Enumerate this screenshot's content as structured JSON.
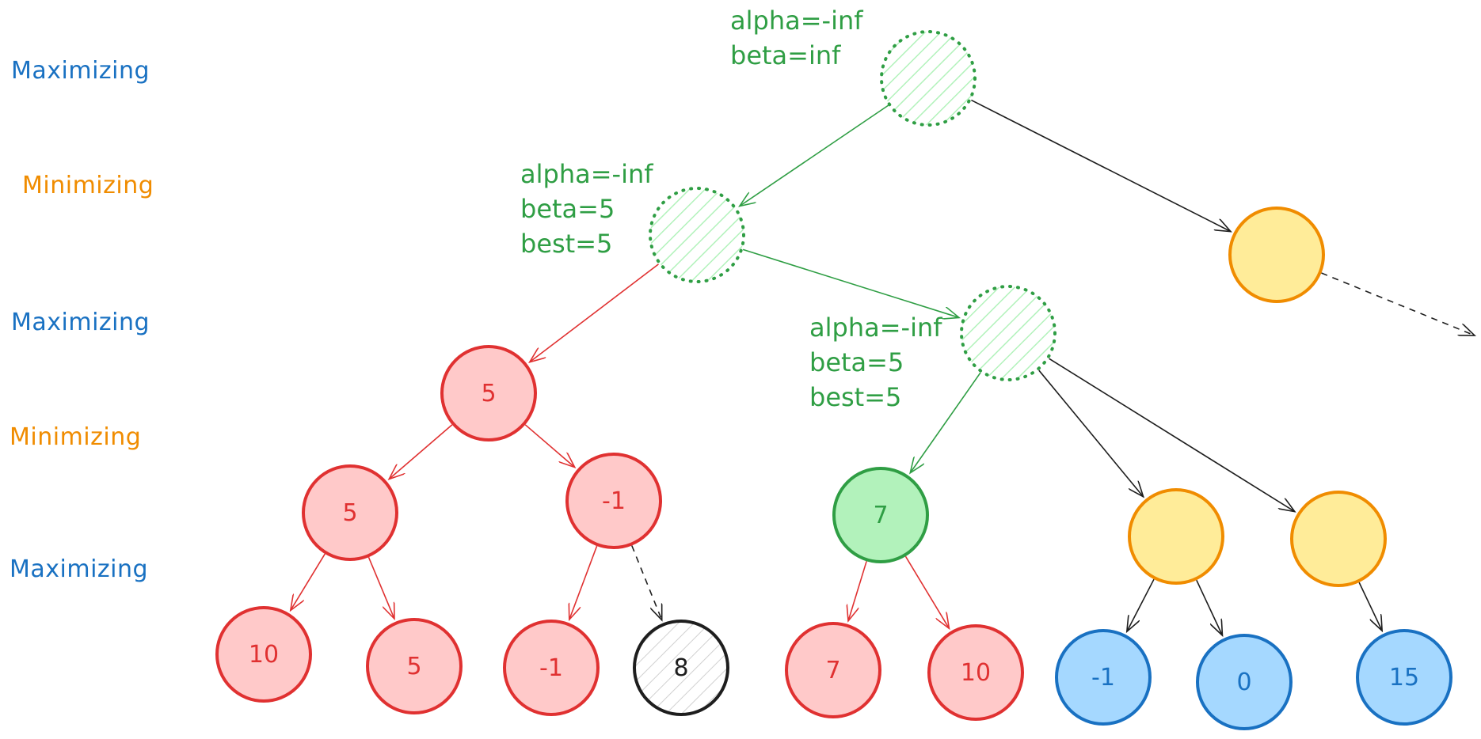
{
  "levels": [
    {
      "label": "Maximizing",
      "kind": "max"
    },
    {
      "label": "Minimizing",
      "kind": "min"
    },
    {
      "label": "Maximizing",
      "kind": "max"
    },
    {
      "label": "Minimizing",
      "kind": "min"
    },
    {
      "label": "Maximizing",
      "kind": "max"
    }
  ],
  "annotations": {
    "root": [
      "alpha=-inf",
      "beta=inf"
    ],
    "left_min": [
      "alpha=-inf",
      "beta=5",
      "best=5"
    ],
    "mid_max": [
      "alpha=-inf",
      "beta=5",
      "best=5"
    ]
  },
  "colors": {
    "red_fill": "#ffc9c9",
    "red_stroke": "#e03131",
    "green_fill": "#b2f2bb",
    "green_stroke": "#2f9e44",
    "yellow_fill": "#ffec99",
    "yellow_stroke": "#f08c00",
    "blue_fill": "#a5d8ff",
    "blue_stroke": "#1971c2",
    "black_stroke": "#1e1e1e",
    "max_label": "#1971c2",
    "min_label": "#f08c00"
  },
  "nodes": [
    {
      "id": "root",
      "label": "",
      "style": "green-hatched"
    },
    {
      "id": "L",
      "label": "",
      "style": "green-hatched"
    },
    {
      "id": "R",
      "label": "",
      "style": "yellow"
    },
    {
      "id": "LA",
      "label": "5",
      "style": "red"
    },
    {
      "id": "LB",
      "label": "",
      "style": "green-hatched"
    },
    {
      "id": "LA1",
      "label": "5",
      "style": "red"
    },
    {
      "id": "LA2",
      "label": "-1",
      "style": "red"
    },
    {
      "id": "LB1",
      "label": "7",
      "style": "green"
    },
    {
      "id": "LB2",
      "label": "",
      "style": "yellow"
    },
    {
      "id": "LB3",
      "label": "",
      "style": "yellow"
    },
    {
      "id": "a",
      "label": "10",
      "style": "red"
    },
    {
      "id": "b",
      "label": "5",
      "style": "red"
    },
    {
      "id": "c",
      "label": "-1",
      "style": "red"
    },
    {
      "id": "d",
      "label": "8",
      "style": "black-hatched"
    },
    {
      "id": "e",
      "label": "7",
      "style": "red"
    },
    {
      "id": "f",
      "label": "10",
      "style": "red"
    },
    {
      "id": "g",
      "label": "-1",
      "style": "blue"
    },
    {
      "id": "h",
      "label": "0",
      "style": "blue"
    },
    {
      "id": "i",
      "label": "15",
      "style": "blue"
    }
  ],
  "edges": [
    {
      "from": "root",
      "to": "L",
      "style": "green"
    },
    {
      "from": "root",
      "to": "R",
      "style": "black"
    },
    {
      "from": "R",
      "to": null,
      "style": "dashed"
    },
    {
      "from": "L",
      "to": "LA",
      "style": "red"
    },
    {
      "from": "L",
      "to": "LB",
      "style": "green"
    },
    {
      "from": "LA",
      "to": "LA1",
      "style": "red"
    },
    {
      "from": "LA",
      "to": "LA2",
      "style": "red"
    },
    {
      "from": "LA1",
      "to": "a",
      "style": "red"
    },
    {
      "from": "LA1",
      "to": "b",
      "style": "red"
    },
    {
      "from": "LA2",
      "to": "c",
      "style": "red"
    },
    {
      "from": "LA2",
      "to": "d",
      "style": "dashed"
    },
    {
      "from": "LB",
      "to": "LB1",
      "style": "green"
    },
    {
      "from": "LB",
      "to": "LB2",
      "style": "black"
    },
    {
      "from": "LB",
      "to": "LB3",
      "style": "black"
    },
    {
      "from": "LB1",
      "to": "e",
      "style": "red"
    },
    {
      "from": "LB1",
      "to": "f",
      "style": "red"
    },
    {
      "from": "LB2",
      "to": "g",
      "style": "black"
    },
    {
      "from": "LB2",
      "to": "h",
      "style": "black"
    },
    {
      "from": "LB3",
      "to": "i",
      "style": "black"
    }
  ]
}
